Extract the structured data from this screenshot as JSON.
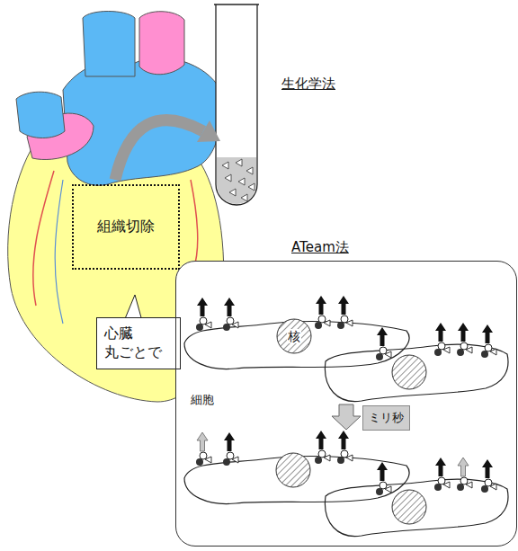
{
  "diagram": {
    "nodes": [
      {
        "text": [
          "組織切除"
        ]
      },
      {
        "text": [
          "心臓 丸ごとで"
        ]
      },
      {
        "text": [
          "ATeam法"
        ]
      },
      {
        "text": [
          "核"
        ],
        "in": 2
      },
      {
        "text": [
          "ミリ秒"
        ],
        "in": 2
      }
    ],
    "labels": [
      "生化学法",
      "細胞"
    ]
  }
}
